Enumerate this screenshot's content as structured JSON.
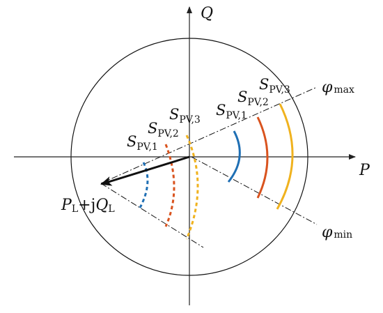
{
  "axes": {
    "p_label": "P",
    "q_label": "Q"
  },
  "angles": {
    "max": {
      "symbol": "φ",
      "sub": "max"
    },
    "min": {
      "symbol": "φ",
      "sub": "min"
    }
  },
  "load": {
    "p": "P",
    "p_sub": "L",
    "mid": "+j",
    "q": "Q",
    "q_sub": "L"
  },
  "arcs": {
    "solid": [
      {
        "symbol": "S",
        "sub": "PV,1"
      },
      {
        "symbol": "S",
        "sub": "PV,2"
      },
      {
        "symbol": "S",
        "sub": "PV,3"
      }
    ],
    "dashed": [
      {
        "symbol": "S",
        "sub": "PV,1"
      },
      {
        "symbol": "S",
        "sub": "PV,2"
      },
      {
        "symbol": "S",
        "sub": "PV,3"
      }
    ]
  },
  "colors": {
    "pv1": "#1f6fb4",
    "pv2": "#d9531e",
    "pv3": "#f0b21e",
    "line": "#111111",
    "axis": "#222222"
  }
}
